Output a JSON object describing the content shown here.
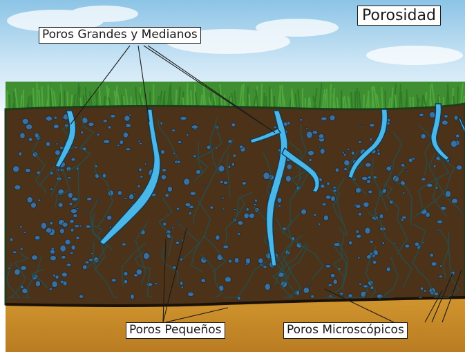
{
  "title": "Porosidad",
  "labels": {
    "large_medium_pores": "Poros Grandes y Medianos",
    "small_pores": "Poros Pequeños",
    "microscopic_pores": "Poros Microscópicos"
  },
  "colors": {
    "sky_top": "#9fcfea",
    "sky_bottom": "#e8f4fb",
    "grass": "#3a8c2e",
    "grass_dark": "#1f5a1a",
    "topsoil": "#4a3218",
    "topsoil_dark": "#33230f",
    "subsoil": "#c98b2a",
    "water_pore": "#49b4e6",
    "micro_pore": "#3d6fa0",
    "crack": "#27403f"
  }
}
